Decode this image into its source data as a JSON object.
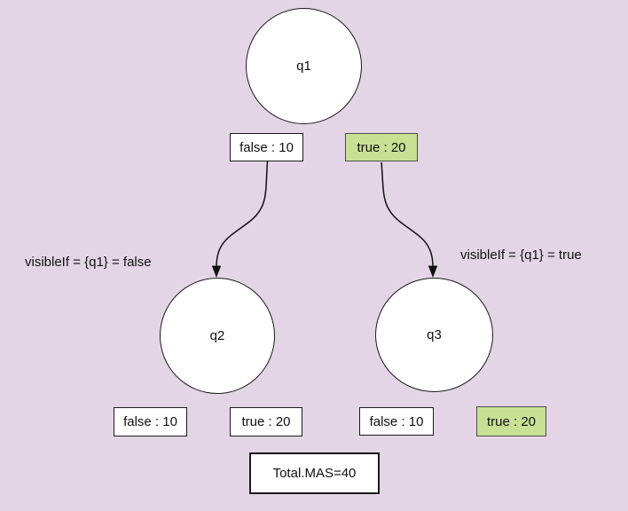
{
  "colors": {
    "background": "#e3d5e6",
    "node_fill": "#ffffff",
    "box_fill": "#ffffff",
    "highlight_green": "#c8e094",
    "border_black": "#1a1a1a",
    "green_box_border": "#4d4d4d",
    "edge_stroke": "#111111"
  },
  "nodes": {
    "q1": {
      "label": "q1"
    },
    "q2": {
      "label": "q2"
    },
    "q3": {
      "label": "q3"
    }
  },
  "branches": {
    "q1_false": {
      "label": "false : 10",
      "highlighted": false
    },
    "q1_true": {
      "label": "true : 20",
      "highlighted": true
    },
    "q2_false": {
      "label": "false : 10",
      "highlighted": false
    },
    "q2_true": {
      "label": "true : 20",
      "highlighted": false
    },
    "q3_false": {
      "label": "false : 10",
      "highlighted": false
    },
    "q3_true": {
      "label": "true : 20",
      "highlighted": true
    }
  },
  "conditions": {
    "left": "visibleIf = {q1} = false",
    "right": "visibleIf = {q1} = true"
  },
  "total": {
    "label": "Total.MAS=40"
  },
  "edges": [
    {
      "from": "q1_false_box",
      "to": "q2"
    },
    {
      "from": "q1_true_box",
      "to": "q3"
    }
  ]
}
